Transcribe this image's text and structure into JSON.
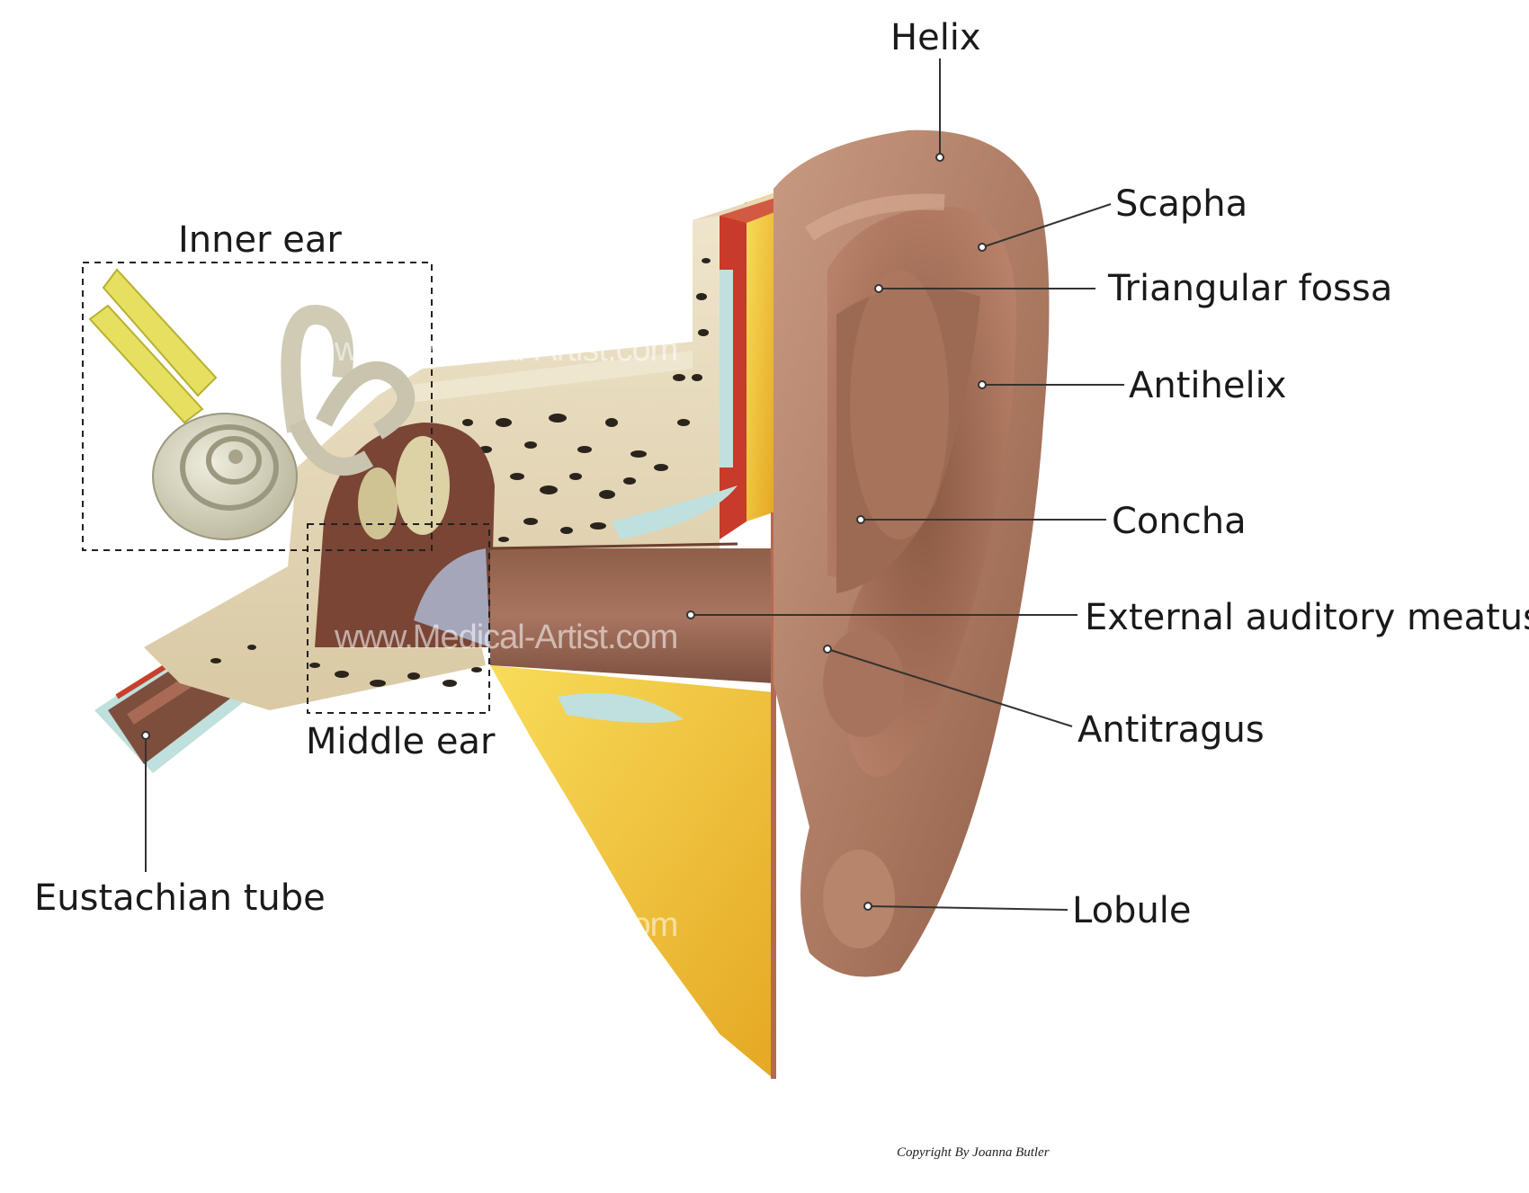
{
  "labels": {
    "helix": "Helix",
    "scapha": "Scapha",
    "triangular_fossa": "Triangular fossa",
    "antihelix": "Antihelix",
    "concha": "Concha",
    "external_auditory_meatus": "External auditory meatus",
    "antitragus": "Antitragus",
    "lobule": "Lobule",
    "inner_ear": "Inner ear",
    "middle_ear": "Middle ear",
    "eustachian_tube": "Eustachian tube"
  },
  "watermark": "www.Medical-Artist.com",
  "copyright": "Copyright    By Joanna Butler",
  "colors": {
    "skin": "#b7846c",
    "skin_dark": "#8a5a45",
    "fat": "#f3c63c",
    "bone": "#e8dcc0",
    "bone_pore": "#2b241c",
    "cartilage": "#bfdcd8",
    "muscle": "#c83a2a",
    "nerve": "#e6e060",
    "cochlea": "#d9d6c2"
  }
}
